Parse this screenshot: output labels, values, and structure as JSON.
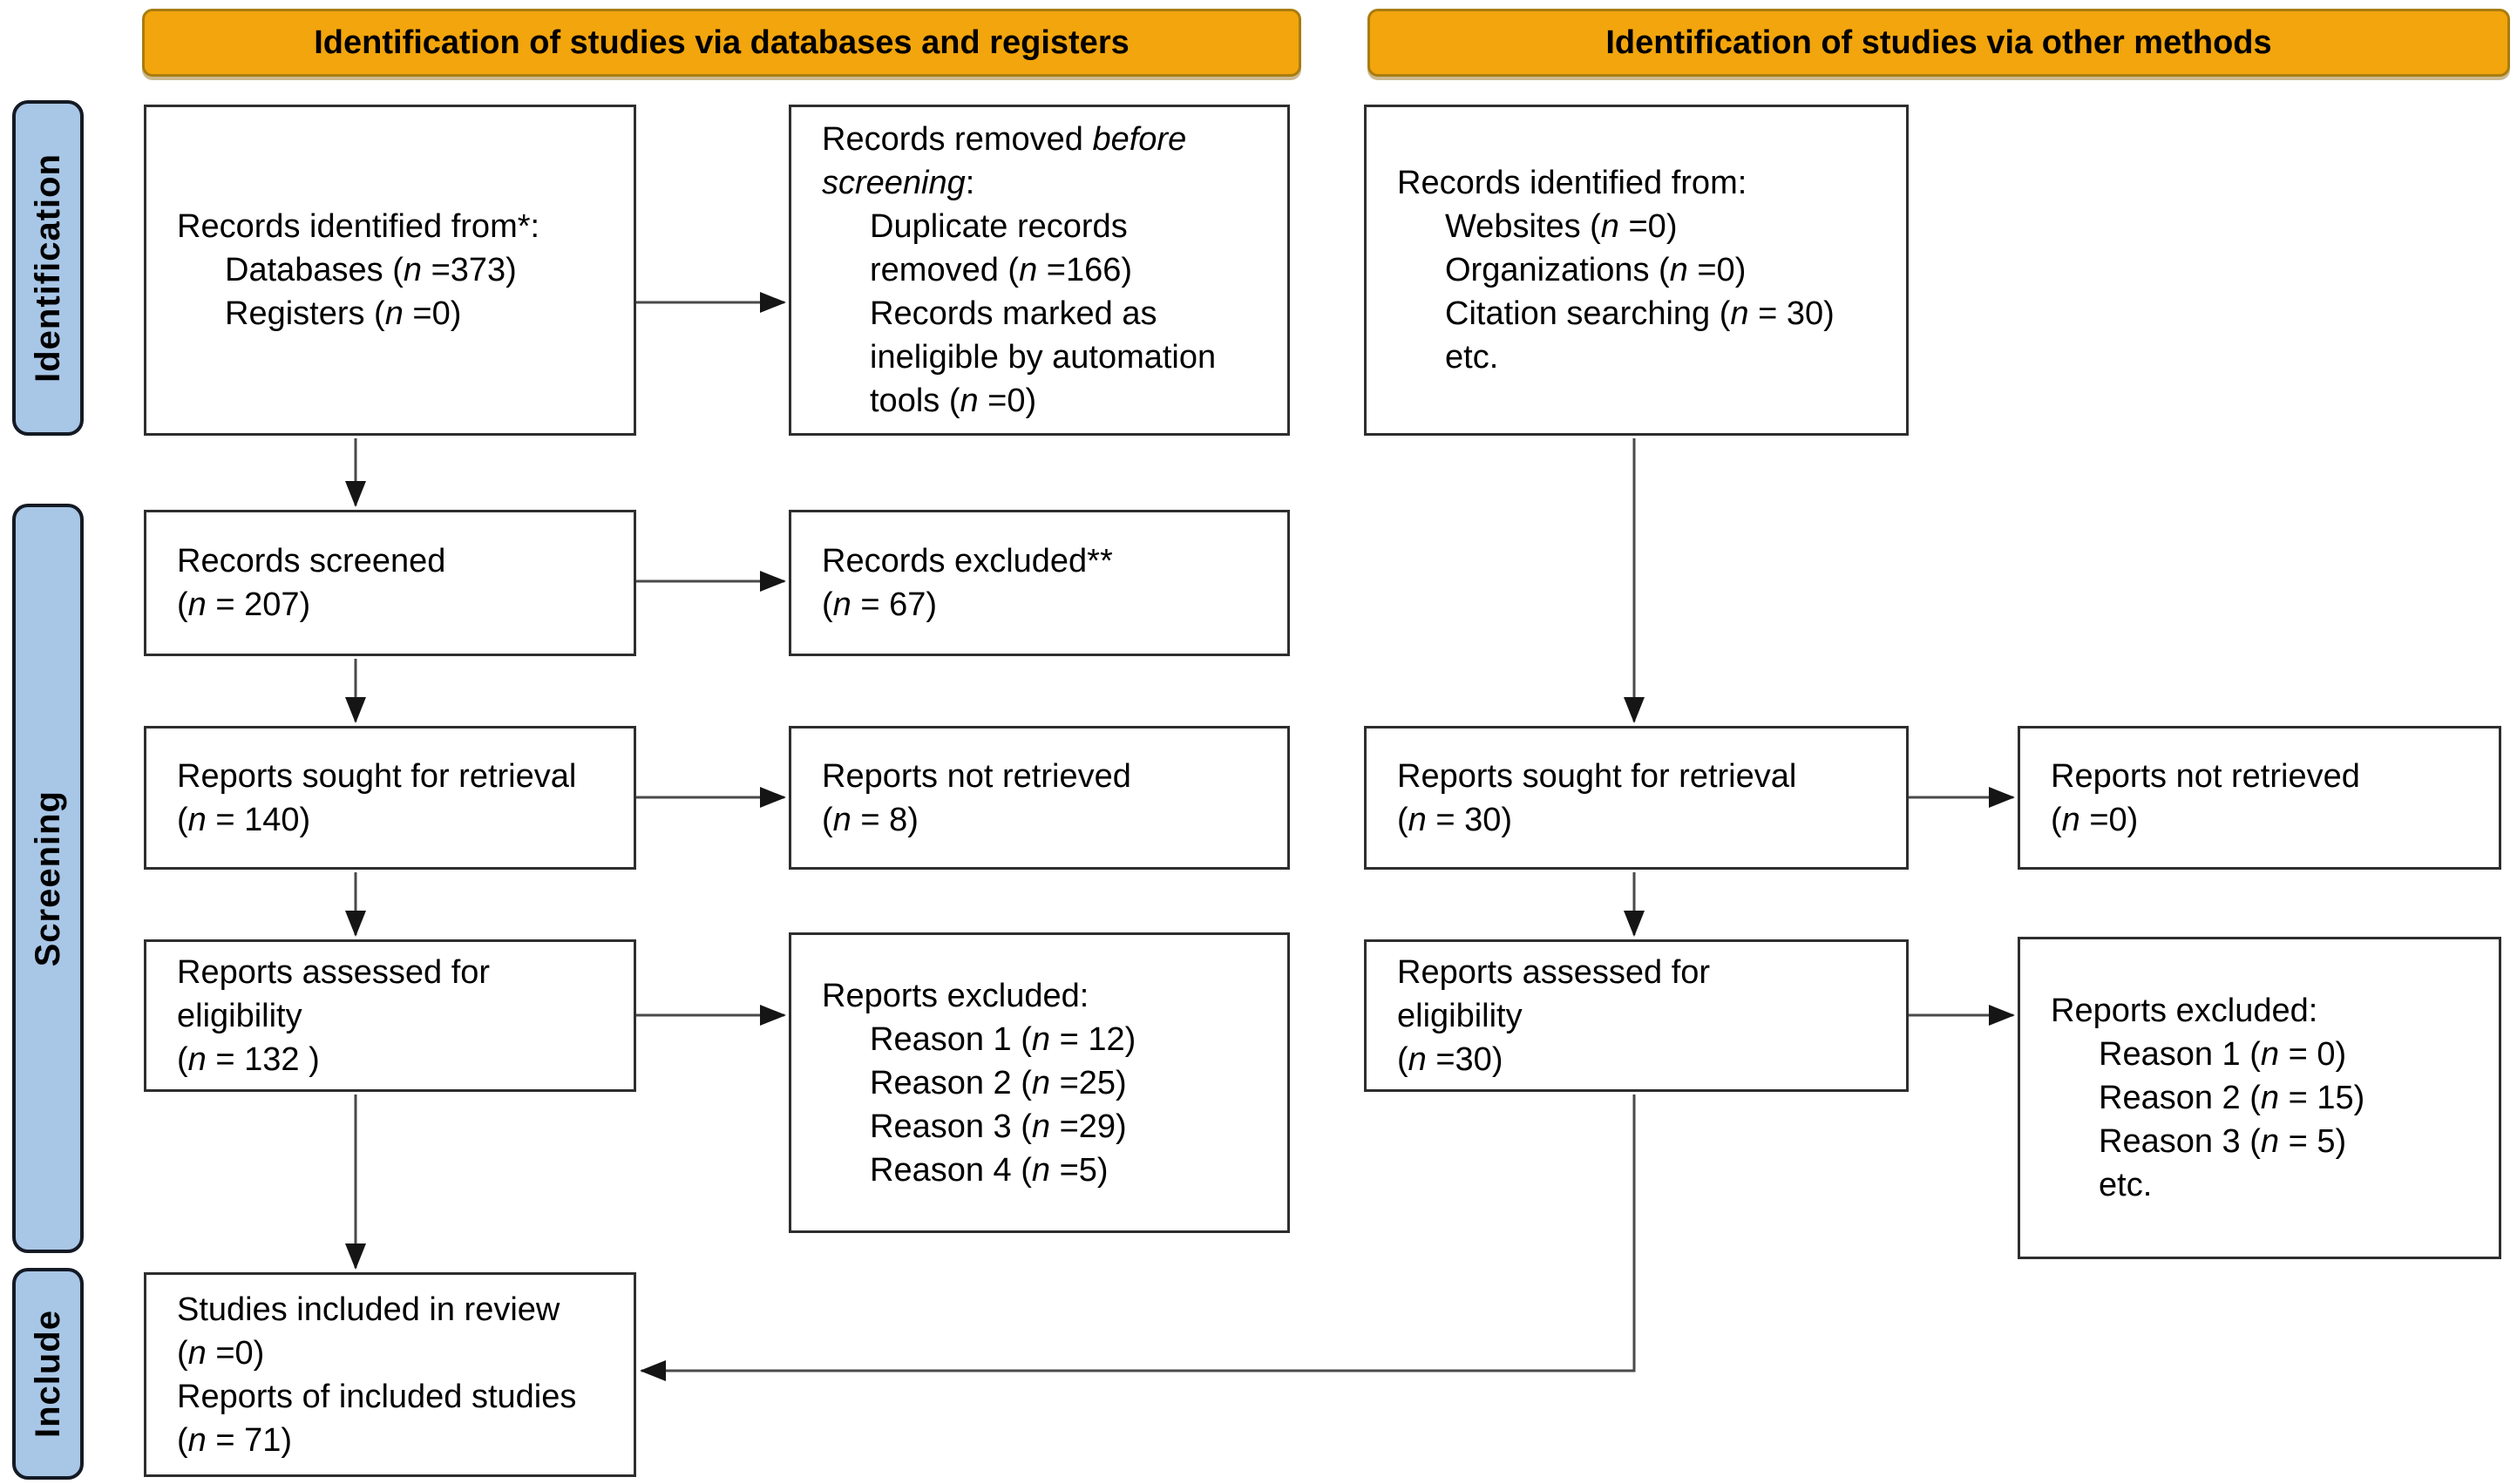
{
  "title": "PRISMA 2020 flow diagram",
  "colors": {
    "gold": "#F2A50C",
    "gold-border": "#A87C10",
    "blue": "#A8C6E6",
    "blue-border": "#141A24",
    "box-border": "#2E2E2E",
    "arrow": "#4A4A4A",
    "arrow-head": "#151515"
  },
  "headers": {
    "left": "Identification of studies via databases and registers",
    "right": "Identification of studies via other methods"
  },
  "stages": {
    "identification": "Identification",
    "screening": "Screening",
    "include": "Include"
  },
  "boxes": {
    "records_identified": {
      "lines": [
        {
          "text": "Records identified from*:",
          "indent": false
        },
        {
          "text": "Databases (n =373)",
          "indent": true
        },
        {
          "text": "Registers (n =0)",
          "indent": true
        }
      ]
    },
    "records_removed": {
      "lines": [
        {
          "text": "Records removed before screening:",
          "indent": false
        },
        {
          "text": "Duplicate records removed (n =166)",
          "indent": true
        },
        {
          "text": "Records marked as ineligible by automation tools (n =0)",
          "indent": true
        }
      ]
    },
    "records_identified_other": {
      "lines": [
        {
          "text": "Records identified from:",
          "indent": false
        },
        {
          "text": "Websites (n =0)",
          "indent": true
        },
        {
          "text": "Organizations (n =0)",
          "indent": true
        },
        {
          "text": "Citation searching (n = 30)",
          "indent": true
        },
        {
          "text": "etc.",
          "indent": true
        }
      ]
    },
    "records_screened": {
      "lines": [
        {
          "text": "Records screened",
          "indent": false
        },
        {
          "text": "(n = 207)",
          "indent": false
        }
      ]
    },
    "records_excluded": {
      "lines": [
        {
          "text": "Records excluded**",
          "indent": false
        },
        {
          "text": "(n = 67)",
          "indent": false
        }
      ]
    },
    "reports_sought": {
      "lines": [
        {
          "text": "Reports sought for retrieval",
          "indent": false
        },
        {
          "text": "(n = 140)",
          "indent": false
        }
      ]
    },
    "reports_not_retrieved": {
      "lines": [
        {
          "text": "Reports not retrieved",
          "indent": false
        },
        {
          "text": "(n = 8)",
          "indent": false
        }
      ]
    },
    "reports_sought_other": {
      "lines": [
        {
          "text": "Reports sought for retrieval",
          "indent": false
        },
        {
          "text": "(n = 30)",
          "indent": false
        }
      ]
    },
    "reports_not_retrieved_other": {
      "lines": [
        {
          "text": "Reports not retrieved",
          "indent": false
        },
        {
          "text": "(n =0)",
          "indent": false
        }
      ]
    },
    "reports_assessed": {
      "lines": [
        {
          "text": "Reports assessed for eligibility",
          "indent": false
        },
        {
          "text": "(n = 132 )",
          "indent": false
        }
      ]
    },
    "reports_excluded": {
      "lines": [
        {
          "text": "Reports excluded:",
          "indent": false
        },
        {
          "text": "Reason 1 (n = 12)",
          "indent": true
        },
        {
          "text": "Reason 2 (n =25)",
          "indent": true
        },
        {
          "text": "Reason 3 (n =29)",
          "indent": true
        },
        {
          "text": "Reason 4 (n =5)",
          "indent": true
        }
      ]
    },
    "reports_assessed_other": {
      "lines": [
        {
          "text": "Reports assessed for eligibility",
          "indent": false
        },
        {
          "text": "(n =30)",
          "indent": false
        }
      ]
    },
    "reports_excluded_other": {
      "lines": [
        {
          "text": "Reports excluded:",
          "indent": false
        },
        {
          "text": "Reason 1 (n = 0)",
          "indent": true
        },
        {
          "text": "Reason 2 (n = 15)",
          "indent": true
        },
        {
          "text": "Reason 3 (n = 5)",
          "indent": true
        },
        {
          "text": "etc.",
          "indent": true
        }
      ]
    },
    "studies_included": {
      "lines": [
        {
          "text": "Studies included in review",
          "indent": false
        },
        {
          "text": "(n =0)",
          "indent": false
        },
        {
          "text": "Reports of included studies",
          "indent": false
        },
        {
          "text": "(n = 71)",
          "indent": false
        }
      ]
    }
  }
}
